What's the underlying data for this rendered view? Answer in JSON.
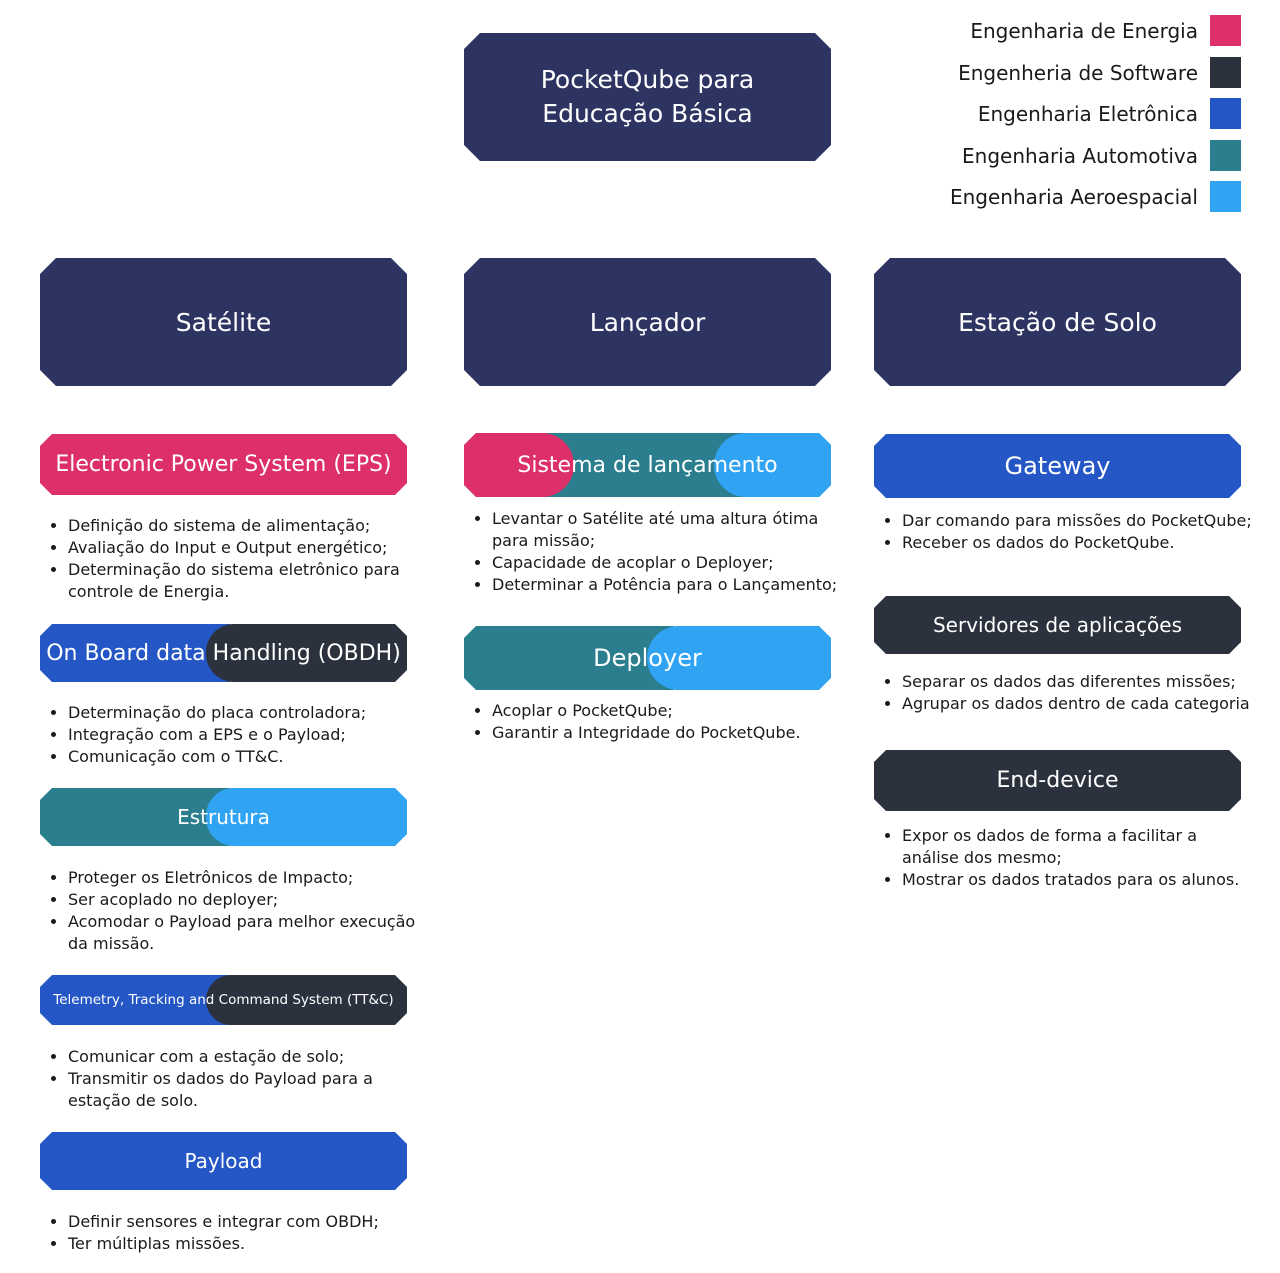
{
  "colors": {
    "energia": "#dd3068",
    "software": "#2b323e",
    "eletronica": "#2457c5",
    "automotiva": "#2b7e8e",
    "aeroespacial": "#30a3f3",
    "navy": "#2e3461"
  },
  "title": {
    "line1": "PocketQube para",
    "line2": "Educação Básica"
  },
  "legend": [
    {
      "label": "Engenharia de Energia",
      "color": "#dd3068"
    },
    {
      "label": "Engenheria de Software",
      "color": "#2b323e"
    },
    {
      "label": "Engenharia Eletrônica",
      "color": "#2457c5"
    },
    {
      "label": "Engenharia Automotiva",
      "color": "#2b7e8e"
    },
    {
      "label": "Engenharia Aeroespacial",
      "color": "#30a3f3"
    }
  ],
  "columns": {
    "satelite": {
      "title": "Satélite",
      "eps": {
        "label": "Electronic Power System (EPS)",
        "bullets": [
          "Definição do sistema de alimentação;",
          "Avaliação do Input e Output energético;",
          "Determinação do sistema eletrônico para controle de Energia."
        ]
      },
      "obdh": {
        "label": "On Board data Handling (OBDH)",
        "bullets": [
          "Determinação do placa controladora;",
          "Integração com a EPS e o Payload;",
          "Comunicação com o TT&C."
        ]
      },
      "estrutura": {
        "label": "Estrutura",
        "bullets": [
          "Proteger os Eletrônicos de Impacto;",
          "Ser acoplado no deployer;",
          "Acomodar o Payload para melhor execução da missão."
        ]
      },
      "ttc": {
        "label": "Telemetry, Tracking and Command System (TT&C)",
        "bullets": [
          "Comunicar com a estação de solo;",
          "Transmitir os dados do Payload para a estação de solo."
        ]
      },
      "payload": {
        "label": "Payload",
        "bullets": [
          "Definir sensores e integrar com OBDH;",
          "Ter múltiplas missões."
        ]
      }
    },
    "lancador": {
      "title": "Lançador",
      "sistema": {
        "label": "Sistema de lançamento",
        "bullets": [
          "Levantar o Satélite até uma altura ótima para missão;",
          "Capacidade de acoplar o Deployer;",
          "Determinar a Potência para o Lançamento;"
        ]
      },
      "deployer": {
        "label": "Deployer",
        "bullets": [
          "Acoplar o PocketQube;",
          "Garantir a Integridade do PocketQube."
        ]
      }
    },
    "estacao": {
      "title": "Estação de Solo",
      "gateway": {
        "label": "Gateway",
        "bullets": [
          "Dar comando para missões do PocketQube;",
          "Receber os dados do PocketQube."
        ]
      },
      "servidores": {
        "label": "Servidores de aplicações",
        "bullets": [
          "Separar os dados das diferentes missões;",
          "Agrupar os dados dentro de cada categoria"
        ]
      },
      "enddevice": {
        "label": "End-device",
        "bullets": [
          "Expor os dados de forma a facilitar a análise dos mesmo;",
          "Mostrar os dados tratados para os alunos."
        ]
      }
    }
  }
}
